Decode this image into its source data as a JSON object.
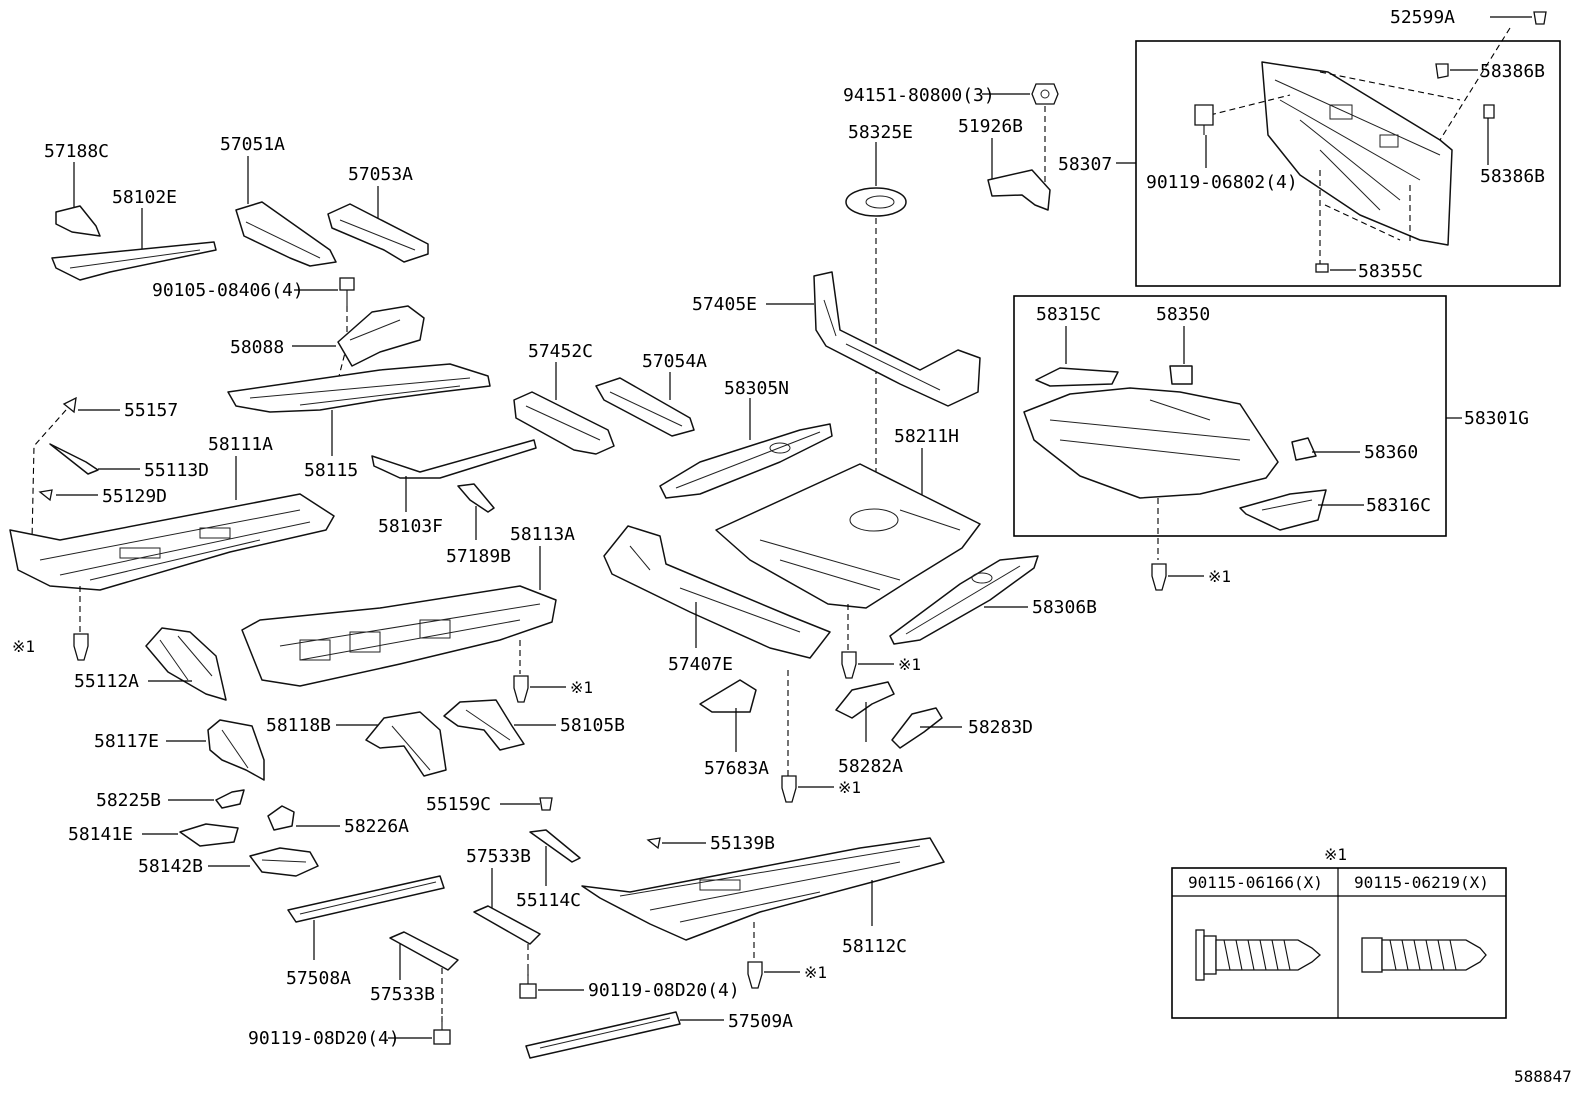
{
  "figure_number": "588847",
  "note_marker": "※1",
  "callouts": {
    "c52599A": "52599A",
    "c58386B_top": "58386B",
    "c58386B_bot": "58386B",
    "c58307": "58307",
    "c90119_06802": "90119-06802(4)",
    "c58355C": "58355C",
    "c94151": "94151-80800(3)",
    "c58325E": "58325E",
    "c51926B": "51926B",
    "c57188C": "57188C",
    "c57051A": "57051A",
    "c57053A": "57053A",
    "c58102E": "58102E",
    "c90105": "90105-08406(4)",
    "c58088": "58088",
    "c57405E": "57405E",
    "c58315C": "58315C",
    "c58350": "58350",
    "c58301G": "58301G",
    "c57452C": "57452C",
    "c57054A": "57054A",
    "c58305N": "58305N",
    "c55157": "55157",
    "c58211H": "58211H",
    "c58360": "58360",
    "c58111A": "58111A",
    "c55113D": "55113D",
    "c58115": "58115",
    "c55129D": "55129D",
    "c58316C": "58316C",
    "c58103F": "58103F",
    "c58113A": "58113A",
    "c57189B": "57189B",
    "c58306B": "58306B",
    "c55112A": "55112A",
    "c57407E": "57407E",
    "c58118B": "58118B",
    "c58105B": "58105B",
    "c58117E": "58117E",
    "c58283D": "58283D",
    "c57683A": "57683A",
    "c58282A": "58282A",
    "c58225B": "58225B",
    "c55159C": "55159C",
    "c58226A": "58226A",
    "c58141E": "58141E",
    "c55139B": "55139B",
    "c57533B_top": "57533B",
    "c58142B": "58142B",
    "c55114C": "55114C",
    "c58112C": "58112C",
    "c57508A": "57508A",
    "c57533B_bot": "57533B",
    "c90119_08D20_r": "90119-08D20(4)",
    "c57509A": "57509A",
    "c90119_08D20_l": "90119-08D20(4)"
  },
  "note_table": {
    "col1": "90115-06166(X)",
    "col2": "90115-06219(X)"
  }
}
